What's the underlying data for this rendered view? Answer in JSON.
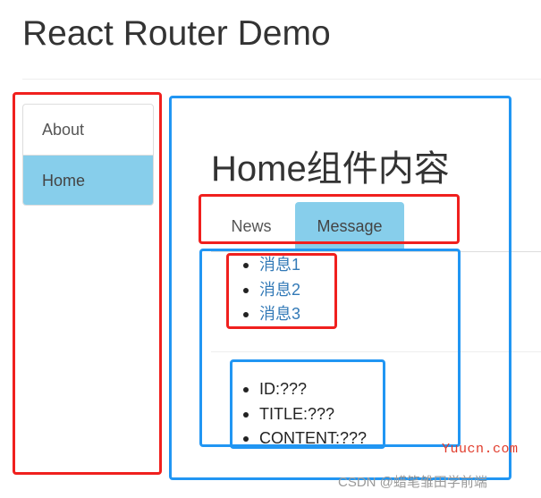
{
  "header": {
    "title": "React Router Demo"
  },
  "nav": {
    "items": [
      {
        "label": "About",
        "active": false
      },
      {
        "label": "Home",
        "active": true
      }
    ],
    "active_color": "#87ceeb"
  },
  "home": {
    "heading": "Home组件内容",
    "tabs": [
      {
        "label": "News",
        "active": false
      },
      {
        "label": "Message",
        "active": true
      }
    ],
    "messages": [
      "消息1",
      "消息2",
      "消息3"
    ],
    "detail": [
      "ID:???",
      "TITLE:???",
      "CONTENT:???"
    ]
  },
  "annotation_colors": {
    "red": "#f0201e",
    "blue": "#2196f3"
  },
  "watermarks": {
    "site": "Yuucn.com",
    "credit": "CSDN @蜡笔雏田学前端"
  }
}
